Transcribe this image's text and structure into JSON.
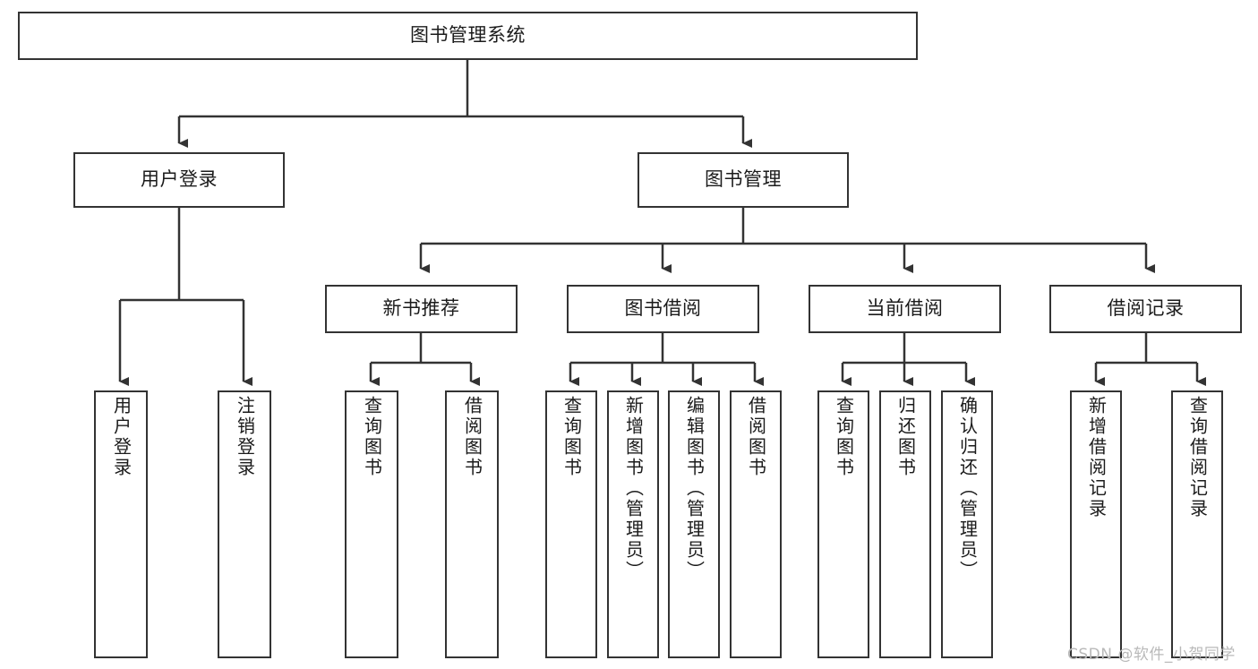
{
  "diagram": {
    "title": "图书管理系统",
    "type": "tree-hierarchy",
    "watermark": "CSDN @软件_小贺同学",
    "colors": {
      "box_border": "#333333",
      "box_fill": "#ffffff",
      "connector": "#333333",
      "text": "#1b1b1b",
      "watermark": "#b9b9b9",
      "background": "#ffffff"
    },
    "root": {
      "label": "图书管理系统"
    },
    "level2": [
      {
        "label": "用户登录"
      },
      {
        "label": "图书管理"
      }
    ],
    "level3": [
      {
        "label": "新书推荐"
      },
      {
        "label": "图书借阅"
      },
      {
        "label": "当前借阅"
      },
      {
        "label": "借阅记录"
      }
    ],
    "leaves": {
      "user_login": [
        {
          "label": "用户登录"
        },
        {
          "label": "注销登录"
        }
      ],
      "new_book_recommend": [
        {
          "label": "查询图书"
        },
        {
          "label": "借阅图书"
        }
      ],
      "book_borrow": [
        {
          "label": "查询图书"
        },
        {
          "label": "新增图书（管理员）"
        },
        {
          "label": "编辑图书（管理员）"
        },
        {
          "label": "借阅图书"
        }
      ],
      "current_borrow": [
        {
          "label": "查询图书"
        },
        {
          "label": "归还图书"
        },
        {
          "label": "确认归还（管理员）"
        }
      ],
      "borrow_record": [
        {
          "label": "新增借阅记录"
        },
        {
          "label": "查询借阅记录"
        }
      ]
    }
  }
}
